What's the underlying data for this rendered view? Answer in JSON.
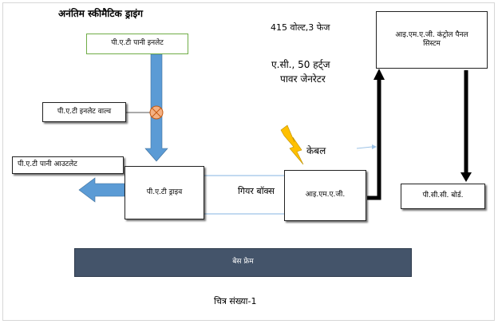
{
  "title": "अनंतिम स्कीमैटिक ड्राइंग",
  "nodes": {
    "pat_inlet": "पी.ए.टी पानी इनलेट",
    "pat_inlet_valve": "पी.ए.टी इनलेट वाल्व",
    "pat_outlet": "पी.ए.टी पानी आउटलेट",
    "pat_drive": "पी.ए.टी ड्राइव",
    "imag": "आइ.एम.ए.जी.",
    "control_panel": "आइ.एम.ए.जी. कंट्रोल पैनल सिस्टम",
    "pcc_board": "पी.सी.सी. बोर्ड.",
    "base_frame": "बेस फ्रेम"
  },
  "labels": {
    "voltage": "415 वोल्ट,3 फेज",
    "ac_line1": "ए.सी., 50 हर्ट्ज",
    "ac_line2": "पावर जेनरेटर",
    "cable": "केबल",
    "gearbox": "गियर बॉक्स",
    "caption": "चित्र संख्या-1"
  },
  "colors": {
    "blue_arrow": "#5b9bd5",
    "valve": "#f4b183",
    "base_frame": "#44546a",
    "lightning": "#ffc000",
    "inlet_border": "#70ad47"
  }
}
